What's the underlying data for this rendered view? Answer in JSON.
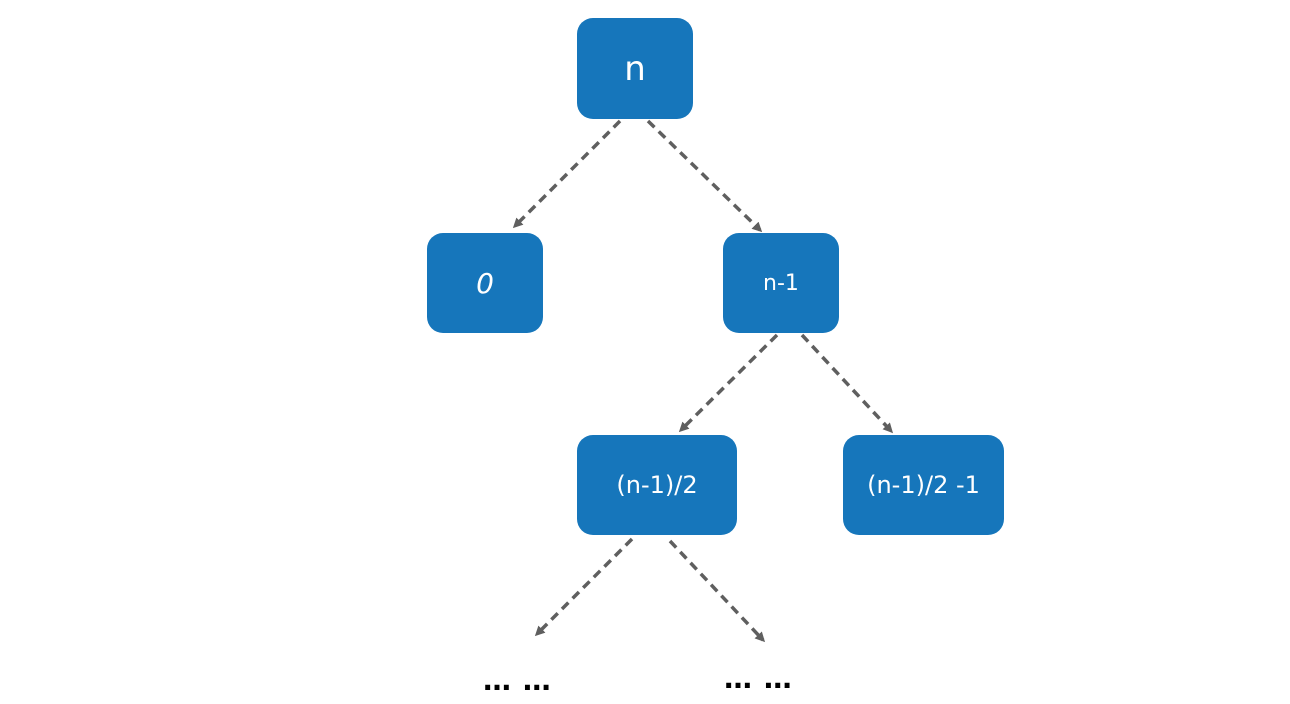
{
  "nodes": {
    "root": "n",
    "left_child": "0",
    "right_child": "n-1",
    "grandchild_left": "(n-1)/2",
    "grandchild_right": "(n-1)/2 -1"
  },
  "continuation": {
    "left": "… …",
    "right": "… …"
  },
  "colors": {
    "node_fill": "#1676bb",
    "node_text": "#ffffff",
    "edge": "#5f5f5f"
  }
}
